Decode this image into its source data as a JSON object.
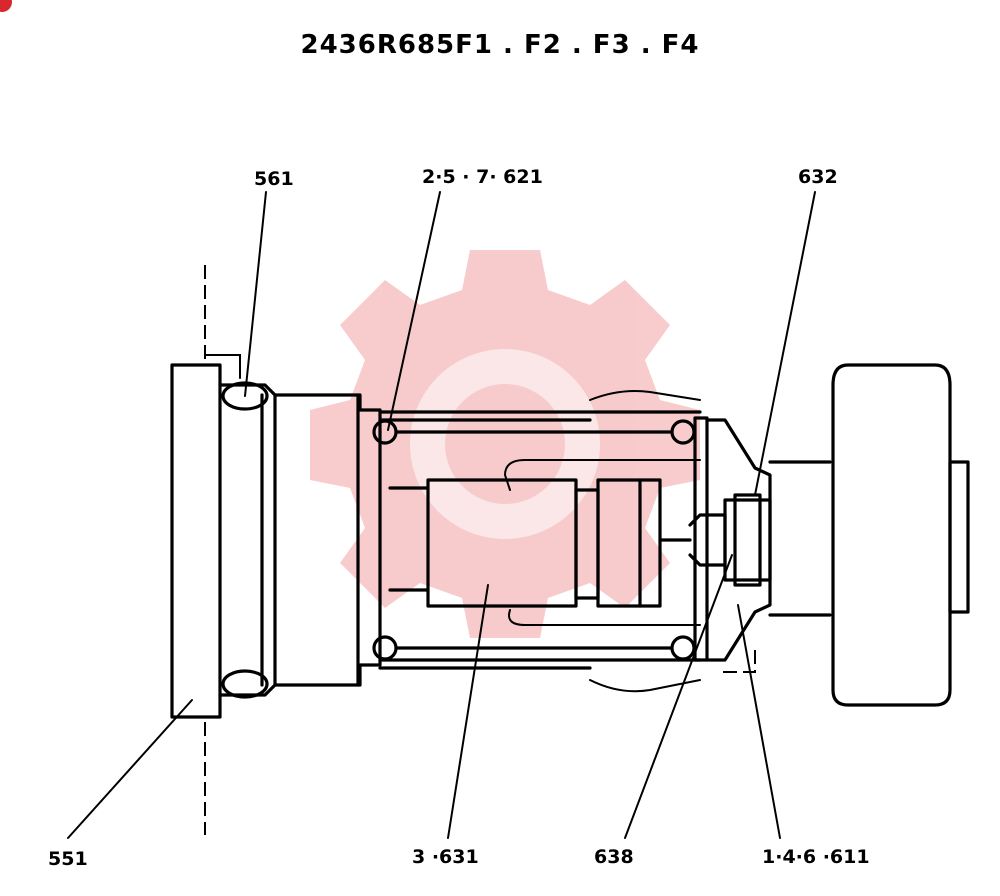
{
  "title": "2436R685F1 . F2 . F3 . F4",
  "labels": {
    "l561": "561",
    "l2_5_7_621": "2·5 · 7· 621",
    "l632": "632",
    "l551": "551",
    "l3_631": "3 ·631",
    "l638": "638",
    "l1_4_6_611": "1·4·6 ·611"
  },
  "colors": {
    "line": "#000000",
    "watermark": "#f4b9b9",
    "corner": "#d9272e"
  }
}
